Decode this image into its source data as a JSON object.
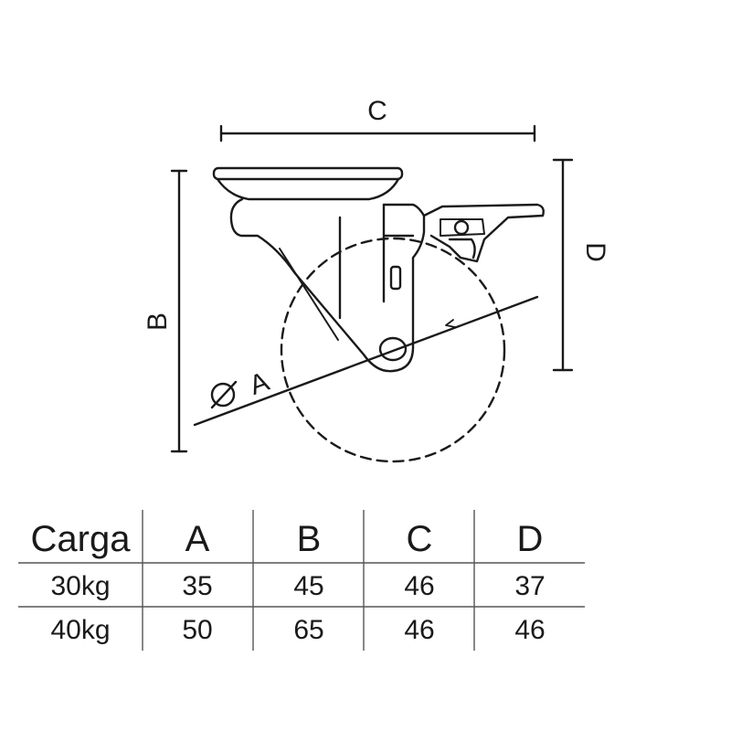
{
  "diagram": {
    "labels": {
      "c": "C",
      "b": "B",
      "d": "D",
      "phi_a": "A",
      "phi_symbol": "Ø"
    }
  },
  "table": {
    "headers": [
      "Carga",
      "A",
      "B",
      "C",
      "D"
    ],
    "rows": [
      [
        "30kg",
        "35",
        "45",
        "46",
        "37"
      ],
      [
        "40kg",
        "50",
        "65",
        "46",
        "46"
      ]
    ]
  }
}
